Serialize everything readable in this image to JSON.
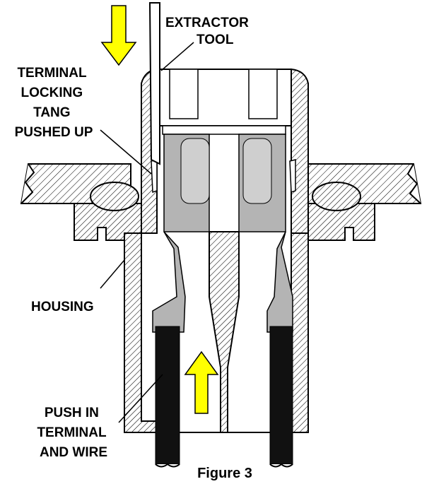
{
  "labels": {
    "extractor_tool": [
      "EXTRACTOR",
      "TOOL"
    ],
    "terminal_locking_tang": [
      "TERMINAL",
      "LOCKING",
      "TANG",
      "PUSHED UP"
    ],
    "housing": "HOUSING",
    "push_in": [
      "PUSH IN",
      "TERMINAL",
      "AND WIRE"
    ]
  },
  "caption": "Figure 3",
  "colors": {
    "arrow_fill": "#ffff00",
    "terminal": "#b4b4b4",
    "terminal_light": "#cfcfcf",
    "wire": "#111111",
    "outline": "#000000"
  },
  "icons": {
    "push_down_arrow": "arrow-down",
    "push_up_arrow": "arrow-up"
  }
}
